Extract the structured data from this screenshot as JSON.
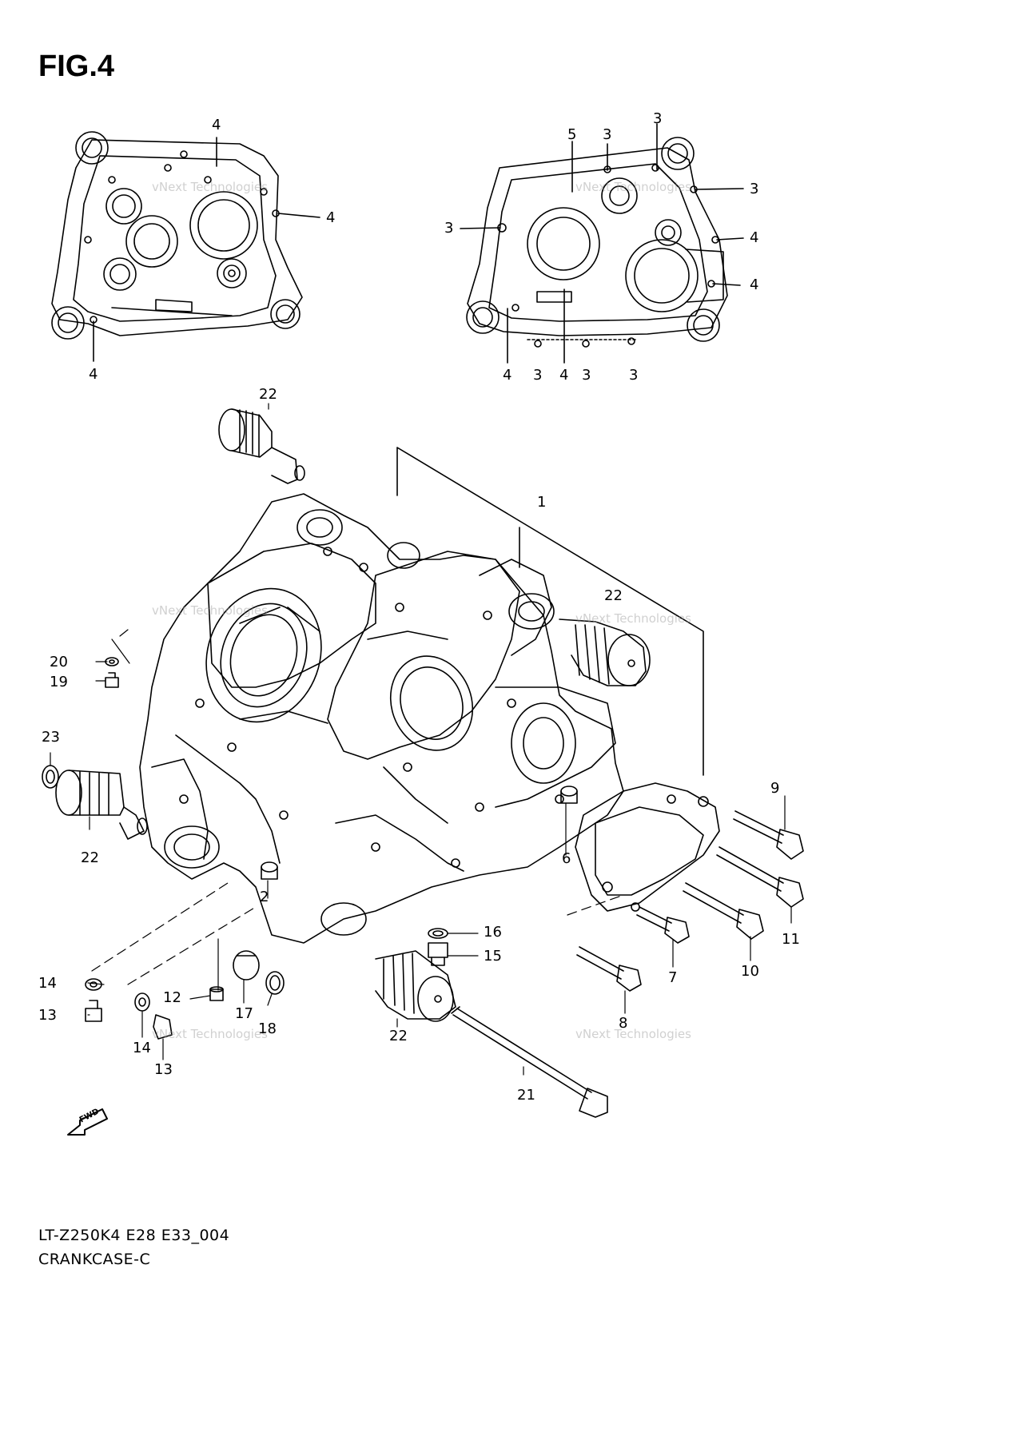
{
  "figure": {
    "title": "FIG.4",
    "code": "LT-Z250K4 E28 E33_004",
    "name": "CRANKCASE-C"
  },
  "watermark": {
    "text": "vNext Technologies"
  },
  "callouts": {
    "top_left": [
      "4",
      "4",
      "4"
    ],
    "top_right": [
      "3",
      "3",
      "5",
      "3",
      "3",
      "4",
      "4",
      "4",
      "3",
      "4",
      "3",
      "3"
    ],
    "main": [
      "22",
      "1",
      "22",
      "20",
      "19",
      "23",
      "22",
      "9",
      "6",
      "2",
      "11",
      "16",
      "15",
      "10",
      "7",
      "14",
      "12",
      "17",
      "18",
      "13",
      "14",
      "13",
      "22",
      "8",
      "21"
    ]
  },
  "fwd_label": "FWD",
  "colors": {
    "line": "#000000",
    "watermark": "#9a9a9a"
  }
}
